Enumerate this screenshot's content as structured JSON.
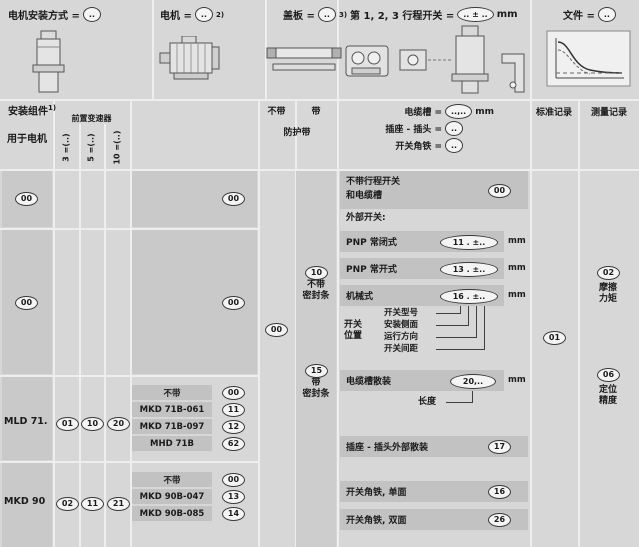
{
  "colors": {
    "page_bg": "#d7d7d7",
    "cell": "#c9c9c9",
    "option_box": "#c2c2c2",
    "badge_bg": "#f4f4f4"
  },
  "header": {
    "mount": {
      "label": "电机安装方式 =",
      "code": ".."
    },
    "motor": {
      "label": "电机 =",
      "code": "..",
      "sup": "2)"
    },
    "cover": {
      "label": "盖板 =",
      "code": "..",
      "sup": "3)"
    },
    "switch": {
      "label": "第 1, 2, 3 行程开关 =",
      "code": ".. ± ..",
      "unit": "mm"
    },
    "doc": {
      "label": "文件 =",
      "code": ".."
    }
  },
  "band": {
    "components": "安装组件",
    "components_sup": "1)",
    "for_motor": "用于电机",
    "gearbox": "前置变速器",
    "gears": [
      "3 =(..)",
      "5 =(..)",
      "10 =(..)"
    ],
    "without": "不带",
    "with": "带",
    "strip": "防护带",
    "cable": {
      "label": "电缆槽 =",
      "code": "..,..",
      "unit": "mm"
    },
    "plug": {
      "label": "插座 - 插头 =",
      "code": ".."
    },
    "bracket": {
      "label": "开关角铁 =",
      "code": ".."
    },
    "standard": "标准记录",
    "measure": "测量记录"
  },
  "table": {
    "rows12": [
      {
        "motor_code": "00",
        "assembly_code": "00"
      },
      {
        "motor_code": "00",
        "assembly_code": "00"
      }
    ],
    "no_strip_code": "00",
    "strip": [
      {
        "code": "10",
        "cap": [
          "不带",
          "密封条"
        ]
      },
      {
        "code": "15",
        "cap": [
          "带",
          "密封条"
        ]
      }
    ],
    "groups": [
      {
        "name": "MLD 71.",
        "gears": [
          "01",
          "10",
          "20"
        ],
        "motors": [
          {
            "n": "不带",
            "c": "00"
          },
          {
            "n": "MKD 71B-061",
            "c": "11"
          },
          {
            "n": "MKD 71B-097",
            "c": "12"
          },
          {
            "n": "MHD 71B",
            "c": "62"
          }
        ]
      },
      {
        "name": "MKD 90",
        "gears": [
          "02",
          "11",
          "21"
        ],
        "motors": [
          {
            "n": "不带",
            "c": "00"
          },
          {
            "n": "MKD 90B-047",
            "c": "13"
          },
          {
            "n": "MKD 90B-085",
            "c": "14"
          }
        ]
      }
    ]
  },
  "options": {
    "none": {
      "l1": "不带行程开关",
      "l2": "和电缆槽",
      "code": "00"
    },
    "external": "外部开关:",
    "types": [
      {
        "label": "PNP 常闭式",
        "code": "11 . ±..",
        "unit": "mm"
      },
      {
        "label": "PNP 常开式",
        "code": "13 . ±..",
        "unit": "mm"
      },
      {
        "label": "机械式",
        "code": "16 . ±..",
        "unit": "mm"
      }
    ],
    "callouts": [
      "开关型号",
      "安装侧面",
      "运行方向",
      "开关间距"
    ],
    "pos": [
      "开关",
      "位置"
    ],
    "cable": {
      "label": "电缆槽散装",
      "code": "20,..",
      "unit": "mm",
      "sub": "长度"
    },
    "plug": {
      "label": "插座 - 插头外部散装",
      "code": "17"
    },
    "bracket1": {
      "label": "开关角铁, 单面",
      "code": "16"
    },
    "bracket2": {
      "label": "开关角铁, 双面",
      "code": "26"
    }
  },
  "records": {
    "standard": "01",
    "measure": [
      {
        "code": "02",
        "cap": [
          "摩擦",
          "力矩"
        ]
      },
      {
        "code": "06",
        "cap": [
          "定位",
          "精度"
        ]
      }
    ]
  }
}
